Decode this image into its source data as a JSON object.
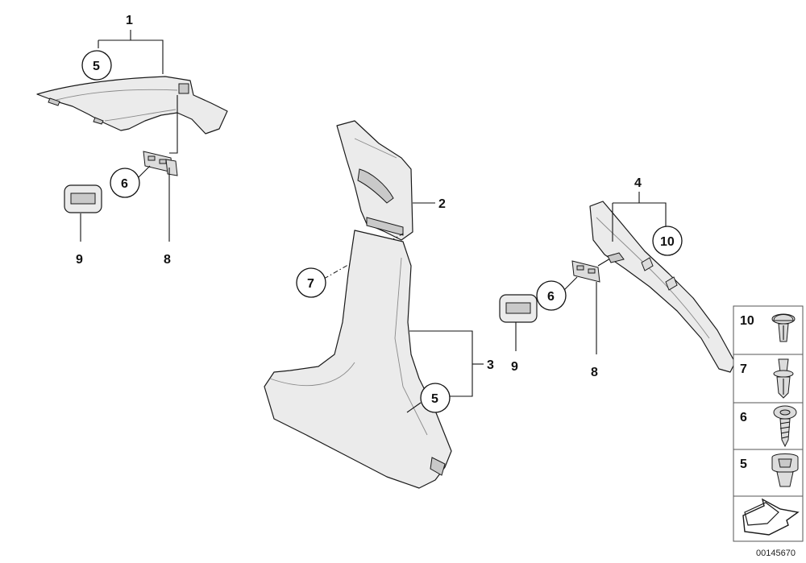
{
  "callouts": {
    "top_left_assembly": "1",
    "top_left_inner": "5",
    "top_left_clip": "6",
    "top_left_badge": "9",
    "top_left_bracket": "8",
    "b_pillar_upper": "2",
    "b_pillar_rivet": "7",
    "b_pillar_lower": "3",
    "b_pillar_inner": "5",
    "rear_badge": "9",
    "rear_clip": "6",
    "rear_bracket": "8",
    "c_pillar_assembly": "4",
    "c_pillar_inner": "10"
  },
  "legend": [
    "10",
    "7",
    "6",
    "5"
  ],
  "document_number": "00145670",
  "icons": {
    "fastener_10": "expanding-rivet-icon",
    "fastener_7": "push-rivet-icon",
    "fastener_6": "screw-icon",
    "fastener_5": "clip-nut-icon",
    "view_arrow": "direction-arrow-icon"
  }
}
